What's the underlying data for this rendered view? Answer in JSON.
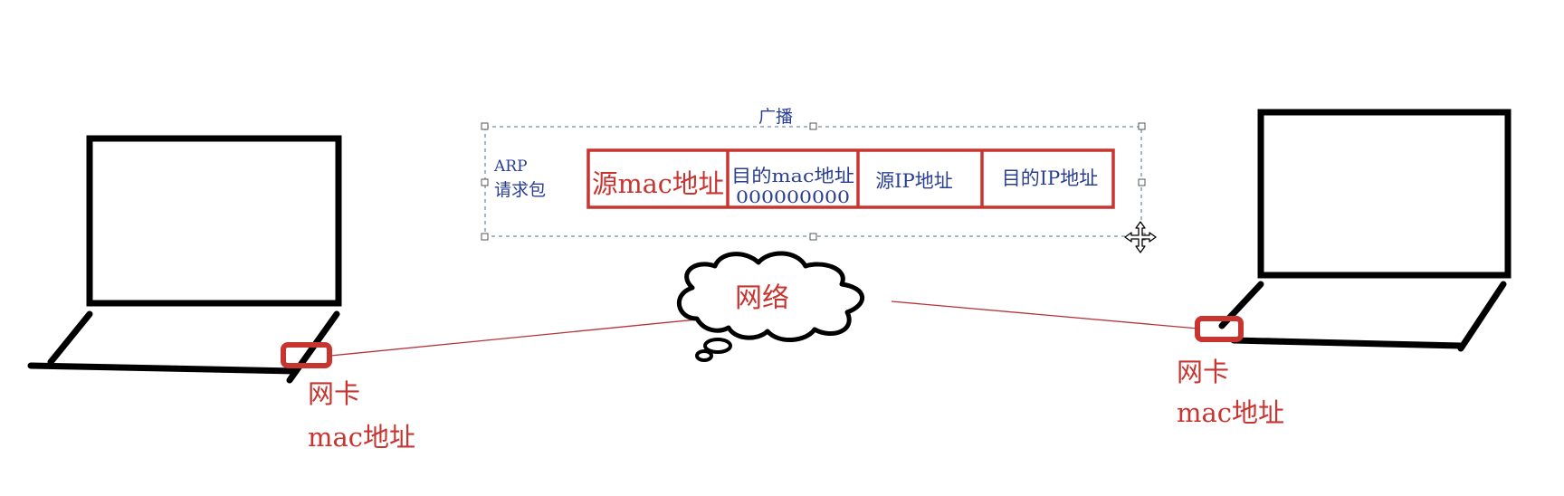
{
  "broadcast": {
    "label": "广播"
  },
  "packet": {
    "title_line1": "ARP",
    "title_line2": "请求包",
    "fields": [
      {
        "label": "源mac地址",
        "sublabel": ""
      },
      {
        "label": "目的mac地址",
        "sublabel": "000000000"
      },
      {
        "label": "源IP地址",
        "sublabel": ""
      },
      {
        "label": "目的IP地址",
        "sublabel": ""
      }
    ]
  },
  "network": {
    "label": "网络"
  },
  "left_host": {
    "nic_label": "网卡",
    "mac_label": "mac地址"
  },
  "right_host": {
    "nic_label": "网卡",
    "mac_label": "mac地址"
  },
  "colors": {
    "red": "#c8342f",
    "blue": "#2a3e94",
    "black": "#000000",
    "selection": "#6f8fa8"
  }
}
